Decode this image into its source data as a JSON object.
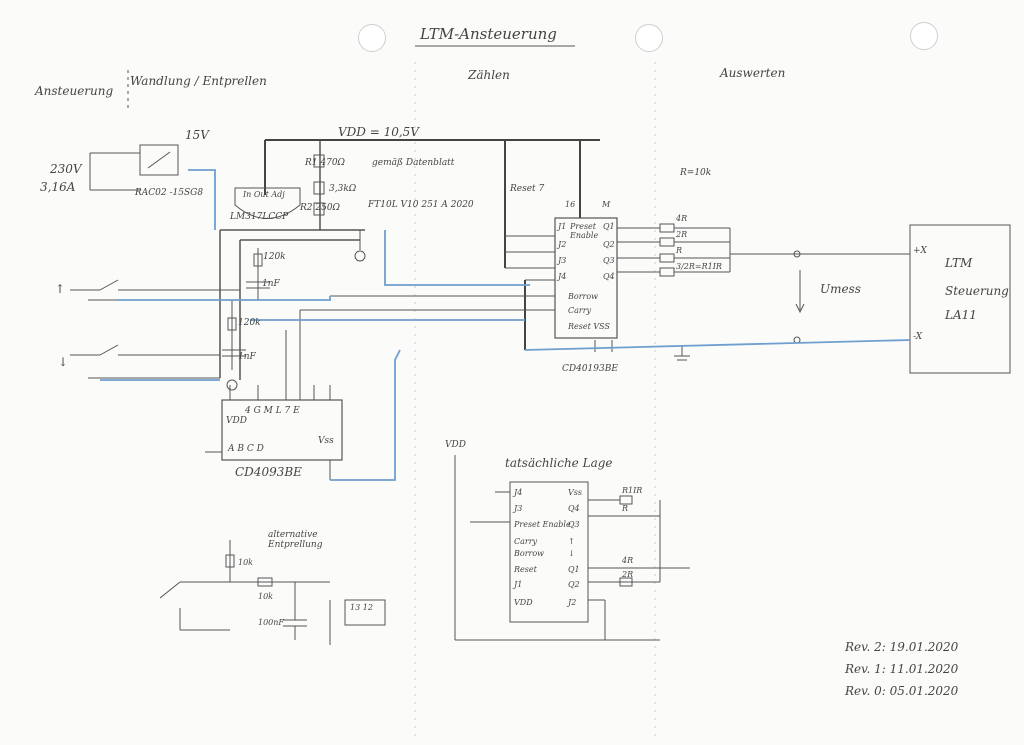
{
  "title": "LTM-Ansteuerung",
  "sections": [
    "Ansteuerung",
    "Wandlung / Entprellen",
    "Zählen",
    "Auswerten"
  ],
  "supply": {
    "input": "230V",
    "fuse": "3,16A",
    "converter": "RAC02 -15SG8",
    "out_15v": "15V",
    "vdd": "VDD = 10,5V",
    "regulator": "LM317LCCP",
    "reg_pins": "In Out Adj",
    "r1": "R1 470Ω",
    "r_3k": "3,3kΩ",
    "r2": "R2 250Ω",
    "note_datasheet": "gemäß Datenblatt",
    "note_ftpart": "FT10L V10 251 A 2020"
  },
  "counter": {
    "reset_label": "Reset 7",
    "chip": "CD40193BE",
    "pins_left": [
      "J1",
      "J2",
      "J3",
      "J4"
    ],
    "pins_right": [
      "Q1",
      "Q2",
      "Q3",
      "Q4"
    ],
    "preset": "Preset Enable",
    "borrow": "Borrow",
    "carry": "Carry",
    "reset_vss": "Reset VSS",
    "pin16": "16",
    "pinM": "M",
    "r_note": "R=10k",
    "r_values": [
      "4R",
      "2R",
      "R",
      "3/2R=R1IR"
    ]
  },
  "debounce_chip": {
    "chip": "CD4093BE",
    "vdd": "VDD",
    "pins": "A B C D",
    "r_top": "120k",
    "c_top": "1nF",
    "r_bot": "120k",
    "c_bot": "1nF",
    "top_pins": "4 G M L 7 E",
    "vss": "Vss"
  },
  "output": {
    "umess": "Umess",
    "ltm_box": [
      "LTM",
      "Steuerung",
      "LA11"
    ],
    "plus": "+X",
    "minus": "-X"
  },
  "inputs": [
    "↑",
    "↓"
  ],
  "alt": {
    "title": "alternative Entprellung",
    "r1": "10k",
    "r2": "10k",
    "c": "100nF",
    "pins": "13 12"
  },
  "actual": {
    "title": "tatsächliche Lage",
    "vdd": "VDD",
    "left_pins": [
      "J4",
      "J3",
      "Preset Enable",
      "Carry",
      "Borrow",
      "Reset",
      "J1",
      "VDD"
    ],
    "right_pins": [
      "Vss",
      "Q4",
      "Q3",
      "↑",
      "↓",
      "Q1",
      "Q2",
      "J2"
    ],
    "r_labels": [
      "R1IR",
      "R",
      "4R",
      "2R"
    ]
  },
  "revisions": [
    "Rev. 2: 19.01.2020",
    "Rev. 1: 11.01.2020",
    "Rev. 0: 05.01.2020"
  ]
}
